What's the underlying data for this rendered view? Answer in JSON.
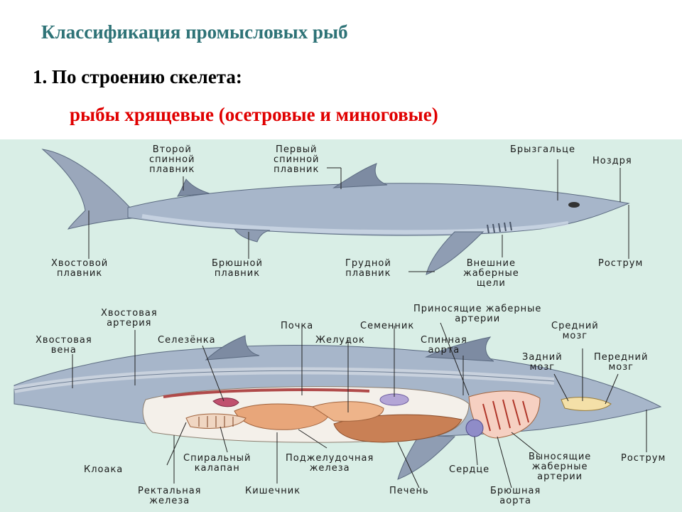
{
  "slide": {
    "title": "Классификация промысловых рыб",
    "heading": "1. По строению скелета:",
    "subheading": "рыбы хрящевые (осетровые и миноговые)"
  },
  "diagram": {
    "external": {
      "second_dorsal_fin": "Второй\nспинной\nплавник",
      "first_dorsal_fin": "Первый\nспинной\nплавник",
      "spiracle": "Брызгальце",
      "nostril": "Ноздря",
      "caudal_fin": "Хвостовой\nплавник",
      "pelvic_fin": "Брюшной\nплавник",
      "pectoral_fin": "Грудной\nплавник",
      "gill_slits": "Внешние\nжаберные\nщели",
      "rostrum": "Рострум"
    },
    "internal": {
      "caudal_artery": "Хвостовая\nартерия",
      "caudal_vein": "Хвостовая\nвена",
      "spleen": "Селезёнка",
      "kidney": "Почка",
      "stomach": "Желудок",
      "testis": "Семенник",
      "afferent_arteries": "Приносящие жаберные\nартерии",
      "dorsal_aorta": "Спинная\nаорта",
      "midbrain": "Средний\nмозг",
      "hindbrain": "Задний\nмозг",
      "forebrain": "Передний\nмозг",
      "cloaca": "Клоака",
      "spiral_valve": "Спиральный\nкалапан",
      "pancreas": "Поджелудочная\nжелеза",
      "heart": "Сердце",
      "efferent_arteries": "Выносящие\nжаберные\nартерии",
      "rostrum": "Рострум",
      "rectal_gland": "Ректальная\nжелеза",
      "intestine": "Кишечник",
      "liver": "Печень",
      "ventral_aorta": "Брюшная\nаорта"
    }
  }
}
